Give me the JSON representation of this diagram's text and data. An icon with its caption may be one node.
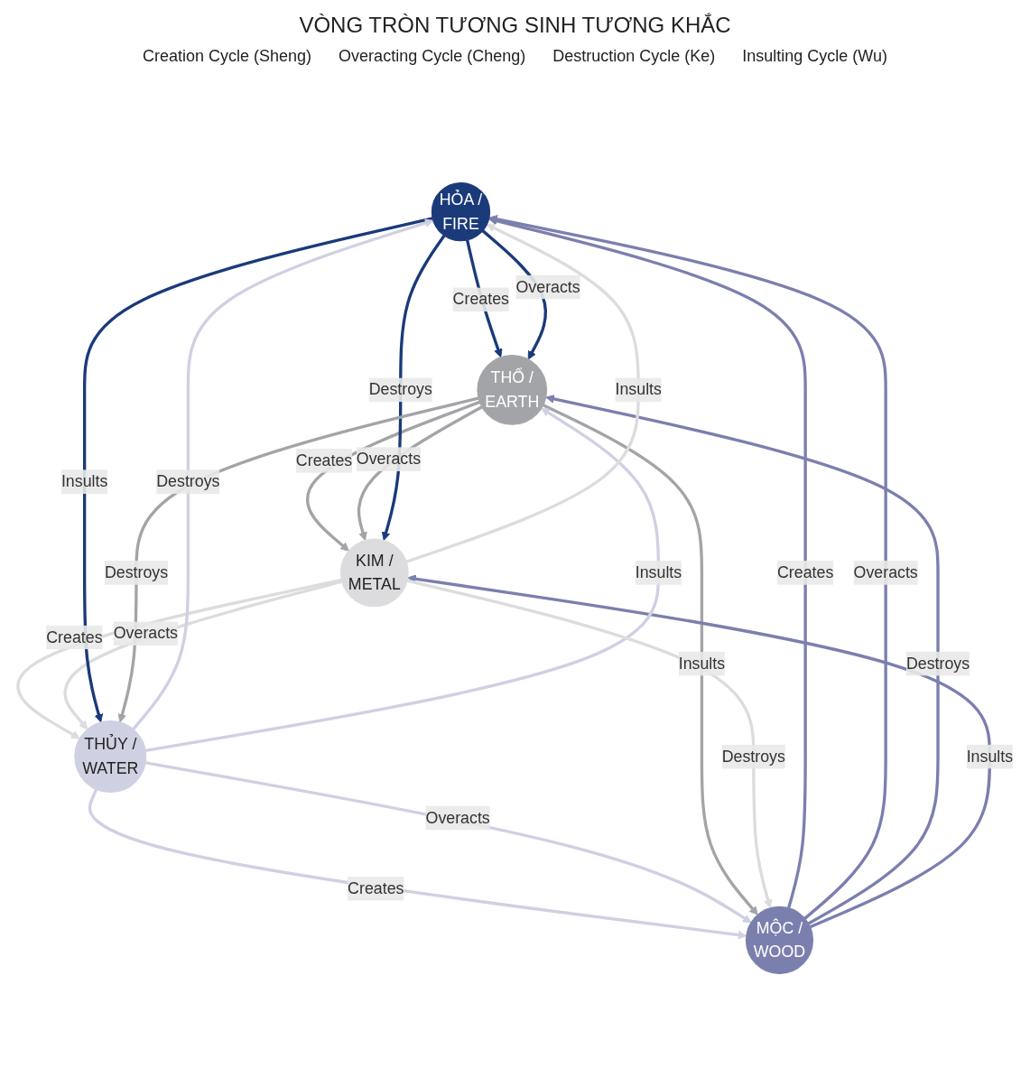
{
  "diagram": {
    "title": "VÒNG TRÒN TƯƠNG SINH TƯƠNG KHẮC",
    "nodes": [
      {
        "text": [
          "HỎA /",
          "FIRE"
        ]
      },
      {
        "text": [
          "MỘC /",
          "WOOD"
        ]
      },
      {
        "text": [
          "THỔ /",
          "EARTH"
        ]
      },
      {
        "text": [
          "THỦY /",
          "WATER"
        ]
      },
      {
        "text": [
          "KIM /",
          "METAL"
        ]
      }
    ],
    "edges": [
      {
        "from": 0,
        "to": 2,
        "arrow": "to",
        "label": "Creates",
        "color": "#1a3a7a"
      },
      {
        "from": 0,
        "to": 2,
        "arrow": "to",
        "label": "Overacts",
        "color": "#1a3a7a"
      },
      {
        "from": 2,
        "to": 4,
        "arrow": "to",
        "label": "Creates",
        "color": "#a3a4a8"
      },
      {
        "from": 2,
        "to": 4,
        "arrow": "to",
        "label": "Overacts",
        "color": "#a3a4a8"
      },
      {
        "from": 4,
        "to": 3,
        "arrow": "to",
        "label": "Creates",
        "color": "#dcdcde"
      },
      {
        "from": 4,
        "to": 3,
        "arrow": "to",
        "label": "Overacts",
        "color": "#dcdcde"
      },
      {
        "from": 3,
        "to": 1,
        "arrow": "to",
        "label": "Creates",
        "color": "#cfd0e2"
      },
      {
        "from": 3,
        "to": 1,
        "arrow": "to",
        "label": "Overacts",
        "color": "#cfd0e2"
      },
      {
        "from": 1,
        "to": 0,
        "arrow": "to",
        "label": "Creates",
        "color": "#7b7fae"
      },
      {
        "from": 1,
        "to": 0,
        "arrow": "to",
        "label": "Overacts",
        "color": "#7b7fae"
      },
      {
        "from": 0,
        "to": 3,
        "arrow": "to",
        "label": "Insults",
        "color": "#1a3a7a"
      },
      {
        "from": 0,
        "to": 4,
        "arrow": "to",
        "label": "Destroys",
        "color": "#1a3a7a"
      },
      {
        "from": 1,
        "to": 2,
        "arrow": "to",
        "label": "Destroys",
        "color": "#7b7fae"
      },
      {
        "from": 2,
        "to": 1,
        "arrow": "to",
        "label": "Insults",
        "color": "#a3a4a8"
      },
      {
        "from": 1,
        "to": 4,
        "arrow": "to",
        "label": "Insults",
        "color": "#7b7fae"
      },
      {
        "from": 2,
        "to": 3,
        "arrow": "to",
        "label": "Destroys",
        "color": "#a3a4a8"
      },
      {
        "from": 3,
        "to": 0,
        "arrow": "to",
        "label": "Destroys",
        "color": "#cfd0e2"
      },
      {
        "from": 3,
        "to": 2,
        "arrow": "to",
        "label": "Insults",
        "color": "#cfd0e2"
      },
      {
        "from": 4,
        "to": 0,
        "arrow": "to",
        "label": "Insults",
        "color": "#dcdcde"
      },
      {
        "from": 4,
        "to": 1,
        "arrow": "to",
        "label": "Destroys",
        "color": "#dcdcde"
      }
    ],
    "labels": [
      "Creation Cycle (Sheng)",
      "Overacting Cycle (Cheng)",
      "Destruction Cycle (Ke)",
      "Insulting Cycle (Wu)"
    ]
  }
}
